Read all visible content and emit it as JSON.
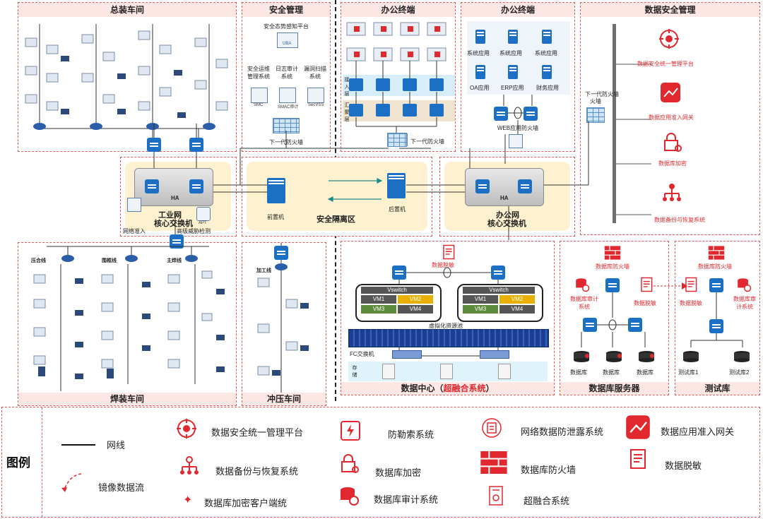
{
  "panels": {
    "assembly": "总装车间",
    "security_mgmt": "安全管理",
    "office1": "办公终端",
    "office2": "办公终端",
    "data_sec": "数据安全管理",
    "welding": "焊装车间",
    "stamping": "冲压车间",
    "datacenter_prefix": "数据中心（",
    "datacenter_highlight": "超融合系统",
    "datacenter_suffix": "）",
    "db_servers": "数据库服务器",
    "testdb": "测试库"
  },
  "security": {
    "platform": "安全态势感知平台",
    "ops": "安全运维管理系统",
    "audit": "日志审计系统",
    "scan": "漏洞扫描系统",
    "fw": "下一代防火墙",
    "small1": "SMC",
    "small2": "SMAC审计",
    "small3": "SecVSS",
    "uba": "UBA"
  },
  "core": {
    "industrial_l1": "工业网",
    "industrial_l2": "核心交换机",
    "office_l1": "办公网",
    "office_l2": "核心交换机",
    "ha": "HA",
    "ha2": "HA",
    "net_access": "网络准入",
    "apt": "高级威胁检测",
    "apt_small": "APT",
    "front": "前置机",
    "back": "后置机",
    "isolation": "安全隔离区"
  },
  "office": {
    "access": "接入层",
    "agg": "汇聚层",
    "fw": "下一代防火墙",
    "apps": [
      "系统应用",
      "系统应用",
      "系统应用",
      "OA应用",
      "ERP应用",
      "财务应用"
    ],
    "waf": "WEB应用防火墙",
    "next_fw": "下一代防火墙",
    "next_fw2": "火墙"
  },
  "datasec": {
    "items": [
      "数据安全统一管理平台",
      "数据应用准入网关",
      "数据库加密",
      "数据备份与恢复系统"
    ]
  },
  "dc": {
    "desens": "数据脱敏",
    "vswitch": "Vswitch",
    "vms": [
      "VM1",
      "VM2",
      "VM3",
      "VM4"
    ],
    "pool": "虚拟化资源池",
    "fc": "FC交换机",
    "storage": "存储"
  },
  "db": {
    "fw": "数据库防火墙",
    "audit": "数据库审计系统",
    "desens": "数据脱敏",
    "dbs": [
      "数据库",
      "数据库",
      "数据库"
    ]
  },
  "test": {
    "fw": "数据库防火墙",
    "desens": "数据脱敏",
    "audit": "数据库审计系统",
    "dbs": [
      "测试库1",
      "测试库2"
    ]
  },
  "workshop_lines": {
    "weld_a": "压合线",
    "weld_b": "围框线",
    "weld_c": "主焊线",
    "stamp": "加工线"
  },
  "legend": {
    "title": "图例",
    "line": "网线",
    "mirror": "镜像数据流",
    "enc_client": "数据库加密客户端统",
    "items": [
      "数据安全统一管理平台",
      "防勒索系统",
      "网络数据防泄露系统",
      "数据应用准入网关",
      "数据备份与恢复系统",
      "数据库加密",
      "数据库防火墙",
      "数据脱敏",
      "数据库审计系统",
      "超融合系统"
    ]
  },
  "colors": {
    "accent_red": "#e0282e",
    "blue": "#1b6fc4",
    "zone_yellow": "#fdf1cf",
    "title_pink": "#fde7e4"
  }
}
